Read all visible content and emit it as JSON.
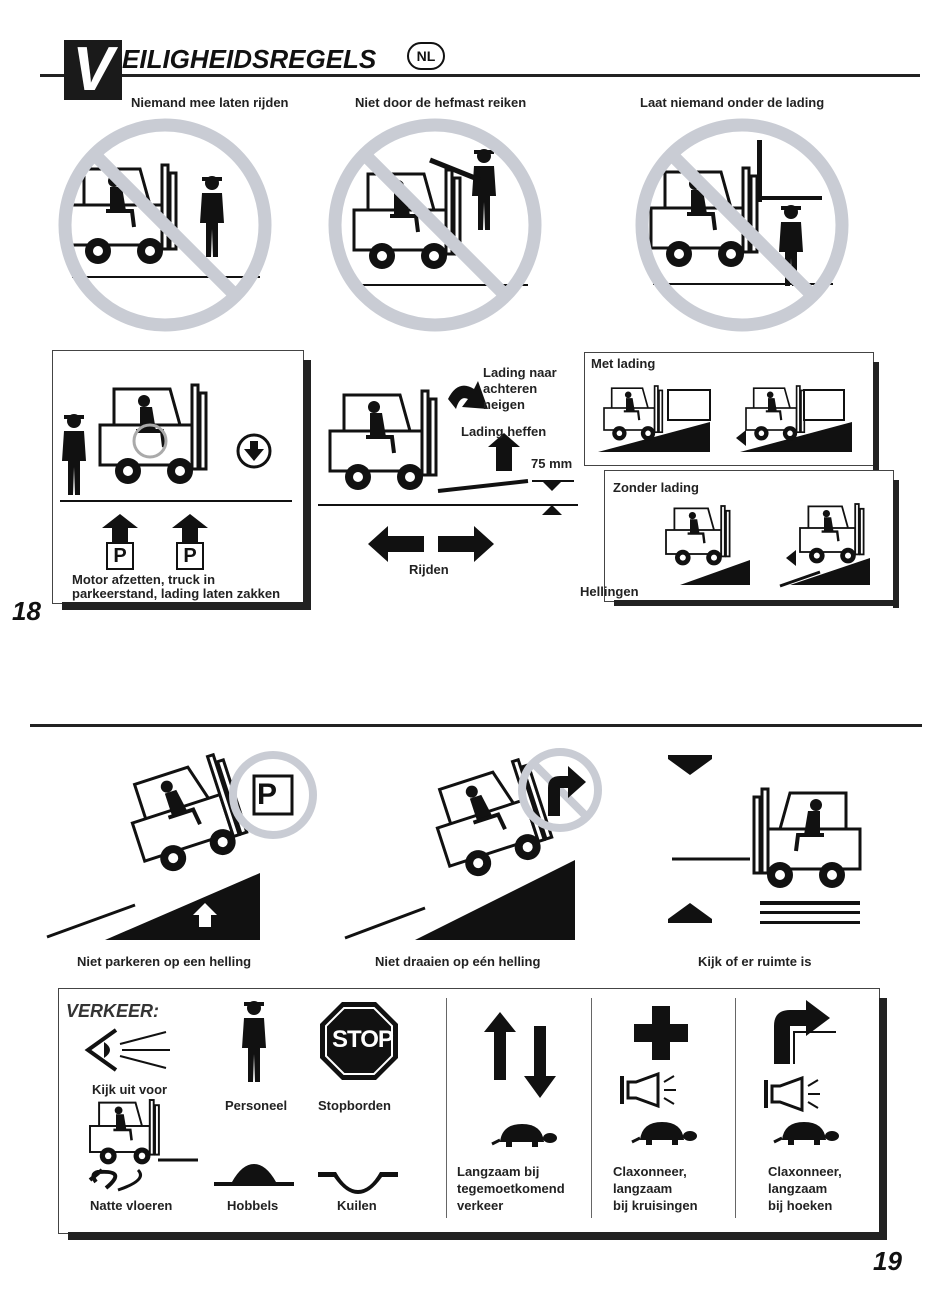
{
  "header": {
    "title_letter": "V",
    "title_rest": "EILIGHEIDSREGELS",
    "lang_badge": "NL"
  },
  "top_rules": [
    {
      "label": "Niemand mee laten rijden"
    },
    {
      "label": "Niet door de hefmast reiken"
    },
    {
      "label": "Laat niemand onder de lading"
    }
  ],
  "parking_panel": {
    "p_signs": [
      "P",
      "P"
    ],
    "caption_line1": "Motor afzetten, truck in",
    "caption_line2": "parkeerstand, lading laten zakken"
  },
  "driving": {
    "tilt_line1": "Lading naar",
    "tilt_line2": "achteren",
    "tilt_line3": "neigen",
    "lift_label": "Lading heffen",
    "height_label": "75 mm",
    "drive_label": "Rijden"
  },
  "slopes": {
    "loaded_label": "Met lading",
    "unloaded_label": "Zonder lading",
    "slopes_label": "Hellingen"
  },
  "page_numbers": {
    "left": "18",
    "right": "19"
  },
  "middle_rules": [
    {
      "label": "Niet parkeren op een helling",
      "sign": "P"
    },
    {
      "label": "Niet draaien op eén helling"
    },
    {
      "label": "Kijk of er ruimte is"
    }
  ],
  "traffic": {
    "heading": "VERKEER:",
    "look_ahead": "Kijk uit voor",
    "personnel": "Personeel",
    "stop_signs": "Stopborden",
    "stop_text": "STOP",
    "wet_floors": "Natte vloeren",
    "bumps": "Hobbels",
    "holes": "Kuilen",
    "oncoming_line1": "Langzaam bij",
    "oncoming_line2": "tegemoetkomend",
    "oncoming_line3": "verkeer",
    "crossings_line1": "Claxonneer,",
    "crossings_line2": "langzaam",
    "crossings_line3": "bij kruisingen",
    "corners_line1": "Claxonneer,",
    "corners_line2": "langzaam",
    "corners_line3": "bij hoeken"
  }
}
